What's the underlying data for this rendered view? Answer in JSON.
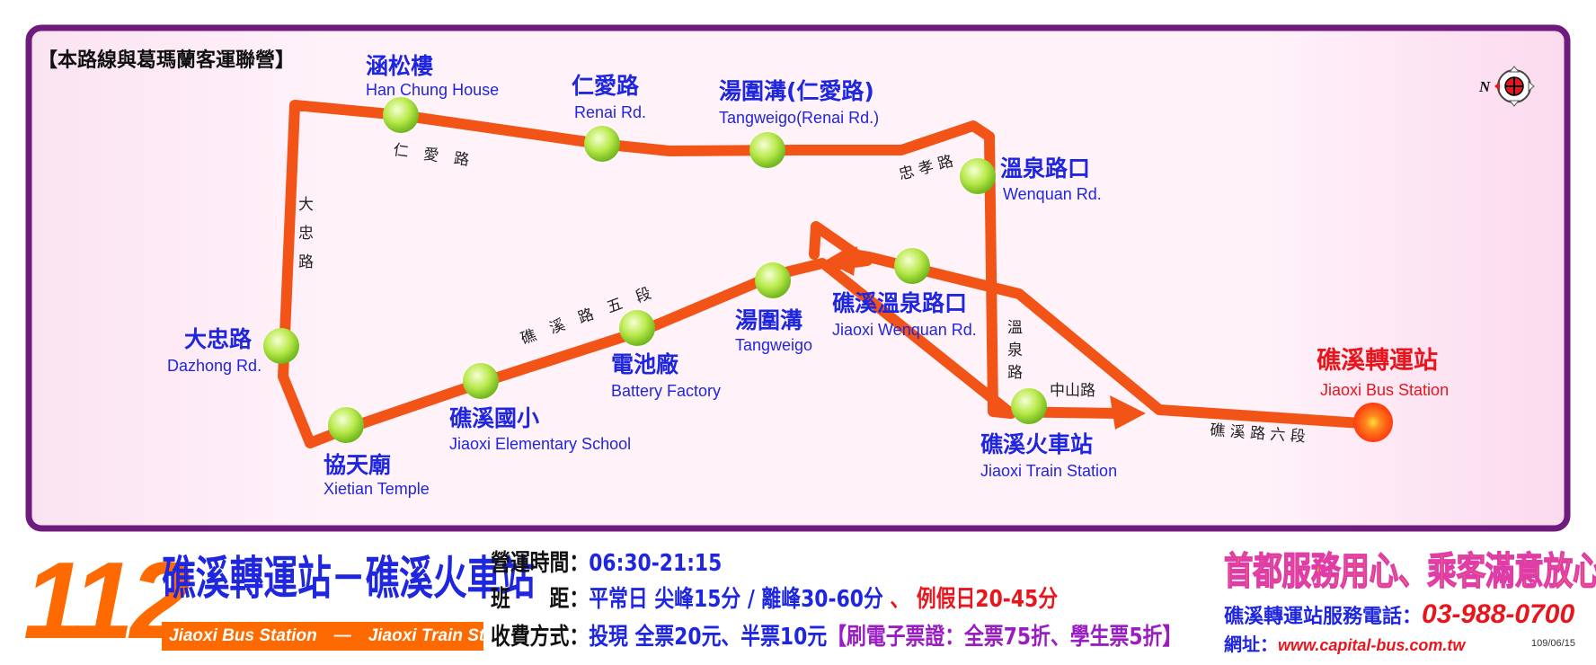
{
  "notice": "【本路線與葛瑪蘭客運聯營】",
  "compass": {
    "north_label": "N"
  },
  "colors": {
    "route": "#f25418",
    "frame": "#6e1b7d",
    "stop_fill": "#8fd12a",
    "terminal": "#ff3a1a",
    "accent_blue": "#1f26e0",
    "accent_orange": "#ff6a00"
  },
  "stops": [
    {
      "zh": "涵松樓",
      "en": "Han Chung House"
    },
    {
      "zh": "仁愛路",
      "en": "Renai Rd."
    },
    {
      "zh": "湯圍溝(仁愛路)",
      "en": "Tangweigo(Renai Rd.)"
    },
    {
      "zh": "溫泉路口",
      "en": "Wenquan Rd."
    },
    {
      "zh": "大忠路",
      "en": "Dazhong Rd."
    },
    {
      "zh": "協天廟",
      "en": "Xietian Temple"
    },
    {
      "zh": "礁溪國小",
      "en": "Jiaoxi Elementary School"
    },
    {
      "zh": "電池廠",
      "en": "Battery Factory"
    },
    {
      "zh": "湯圍溝",
      "en": "Tangweigo"
    },
    {
      "zh": "礁溪溫泉路口",
      "en": "Jiaoxi Wenquan Rd."
    },
    {
      "zh": "礁溪火車站",
      "en": "Jiaoxi Train Station"
    }
  ],
  "terminal": {
    "zh": "礁溪轉運站",
    "en": "Jiaoxi Bus Station"
  },
  "roads": [
    {
      "label": "仁　愛　路"
    },
    {
      "label": "忠 孝 路"
    },
    {
      "label": "大忠路"
    },
    {
      "label": "礁　溪　路　五　段"
    },
    {
      "label": "溫泉路"
    },
    {
      "label": "中山路"
    },
    {
      "label": "礁 溪 路 六 段"
    }
  ],
  "route": {
    "number": "112",
    "title_zh": "礁溪轉運站－礁溪火車站",
    "title_en": "Jiaoxi Bus Station　—　Jiaoxi Train Station"
  },
  "info": {
    "hours_label": "營運時間：",
    "hours_value": "06:30-21:15",
    "headway_label": "班　　距：",
    "headway_weekday": "平常日 尖峰15分 / 離峰30-60分",
    "headway_sep": " 、 ",
    "headway_holiday": "例假日20-45分",
    "fare_label": "收費方式：",
    "fare_value": "投現 全票20元、半票10元",
    "fare_card": "【刷電子票證：全票75折、學生票5折】"
  },
  "company": {
    "slogan": "首都服務用心、乘客滿意放心",
    "phone_label": "礁溪轉運站服務電話：",
    "phone": "03-988-0700",
    "web_label": "網址：",
    "url": "www.capital-bus.com.tw",
    "date": "109/06/15"
  }
}
